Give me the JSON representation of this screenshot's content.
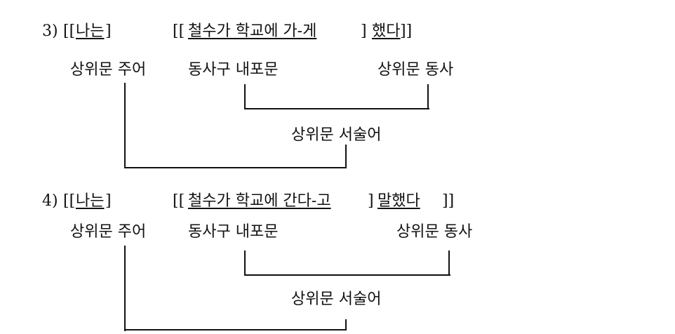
{
  "examples": [
    {
      "number": "3)",
      "open_outer": "[[",
      "subject": "나는",
      "close_subject": "]",
      "open_embedded": "[[",
      "embedded": "철수가 학교에 가-게",
      "close_embedded": "]",
      "verb": "했다",
      "close_all": "]]",
      "label_subject": "상위문 주어",
      "label_embedded": "동사구 내포문",
      "label_verb": "상위문 동사",
      "label_predicate": "상위문 서술어"
    },
    {
      "number": "4)",
      "open_outer": "[[",
      "subject": "나는",
      "close_subject": "]",
      "open_embedded": "[[",
      "embedded": "철수가 학교에 간다-고",
      "close_embedded": "]",
      "verb": "말했다",
      "close_all": "]]",
      "label_subject": "상위문 주어",
      "label_embedded": "동사구 내포문",
      "label_verb": "상위문 동사",
      "label_predicate": "상위문 서술어"
    }
  ]
}
